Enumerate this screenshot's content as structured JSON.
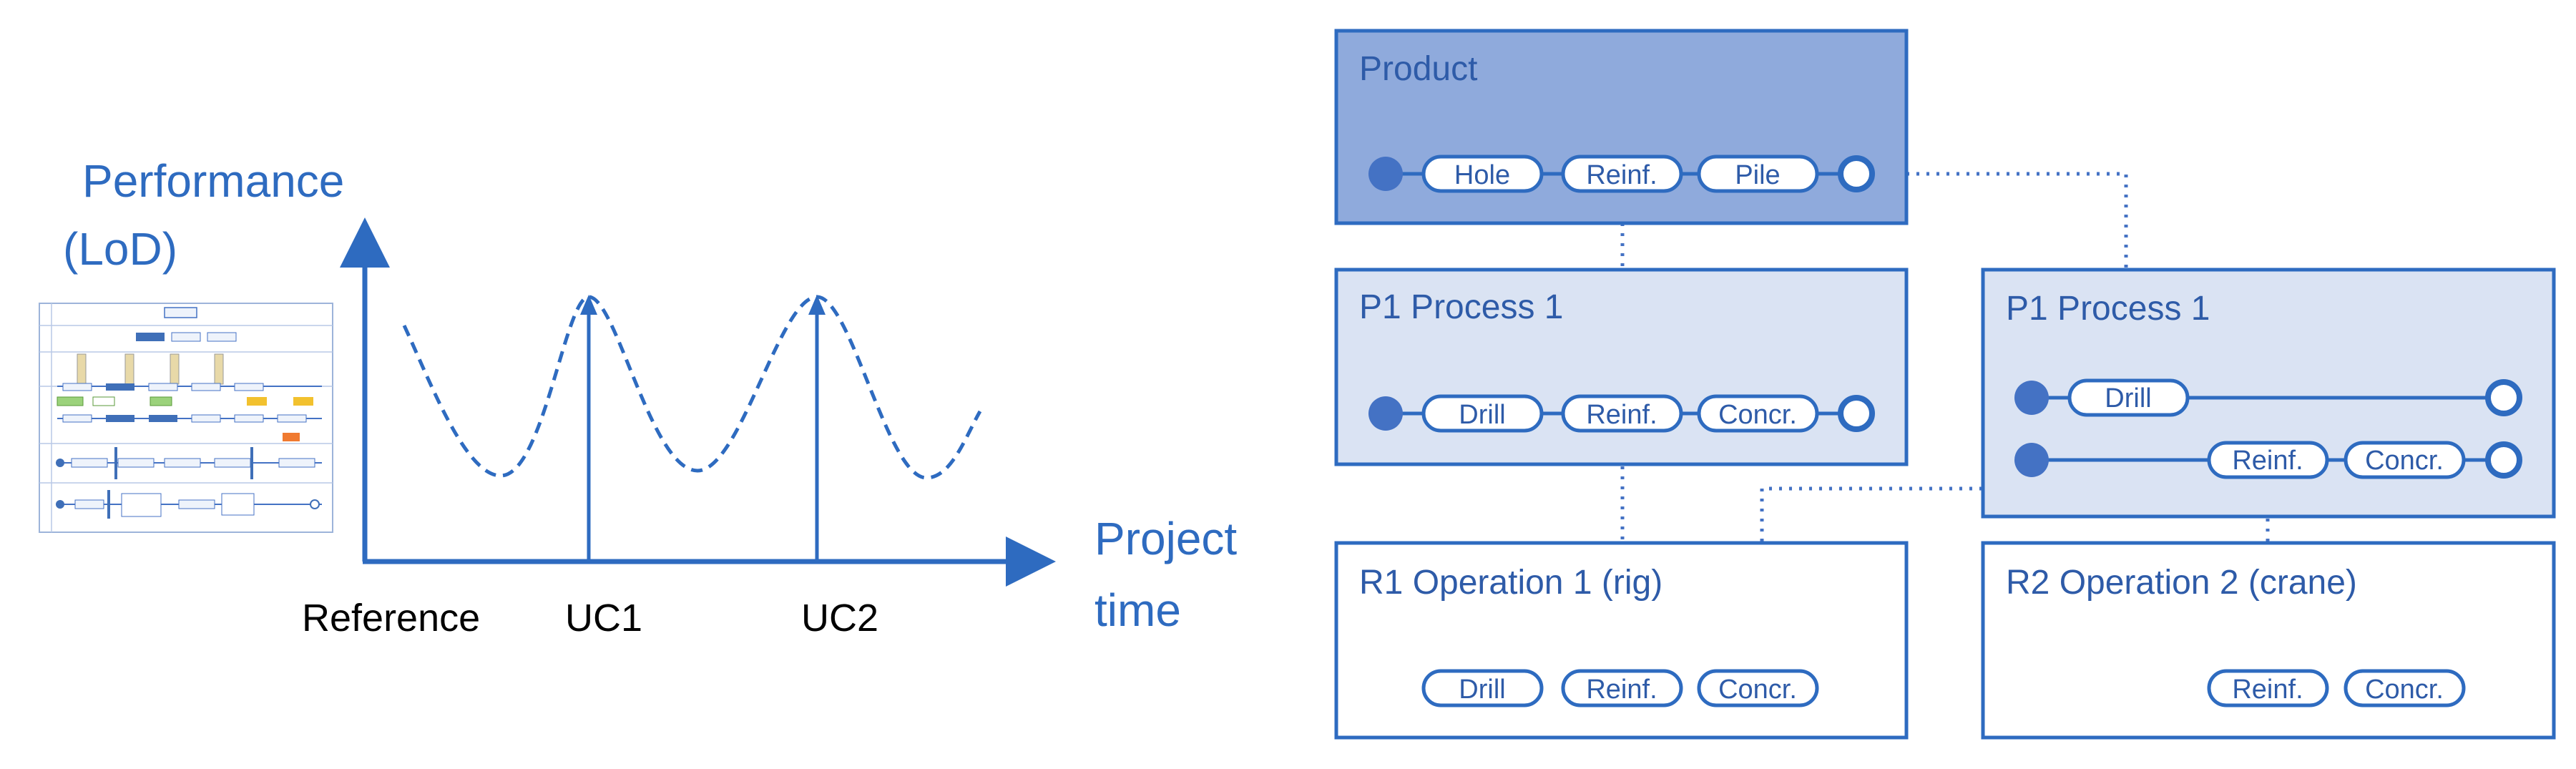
{
  "colors": {
    "primary": "#2E6BC0",
    "accent": "#4472C4",
    "title_blue": "#3C6CB8",
    "product_fill": "#8FAADC",
    "process_fill": "#DAE3F3",
    "black": "#000000"
  },
  "left_chart": {
    "y_axis_label_line1": "Performance",
    "y_axis_label_line2": "(LoD)",
    "x_axis_label_line1": "Project",
    "x_axis_label_line2": "time",
    "x_ticks": [
      "Reference",
      "UC1",
      "UC2"
    ]
  },
  "right_diagram": {
    "product": {
      "title": "Product",
      "steps": [
        "Hole",
        "Reinf.",
        "Pile"
      ]
    },
    "process_a": {
      "title": "P1 Process 1",
      "steps": [
        "Drill",
        "Reinf.",
        "Concr."
      ]
    },
    "process_b": {
      "title": "P1 Process 1",
      "row1": [
        "Drill"
      ],
      "row2": [
        "Reinf.",
        "Concr."
      ]
    },
    "operation_1": {
      "title": "R1 Operation 1 (rig)",
      "steps": [
        "Drill",
        "Reinf.",
        "Concr."
      ]
    },
    "operation_2": {
      "title": "R2 Operation 2 (crane)",
      "steps": [
        "Reinf.",
        "Concr."
      ]
    }
  }
}
